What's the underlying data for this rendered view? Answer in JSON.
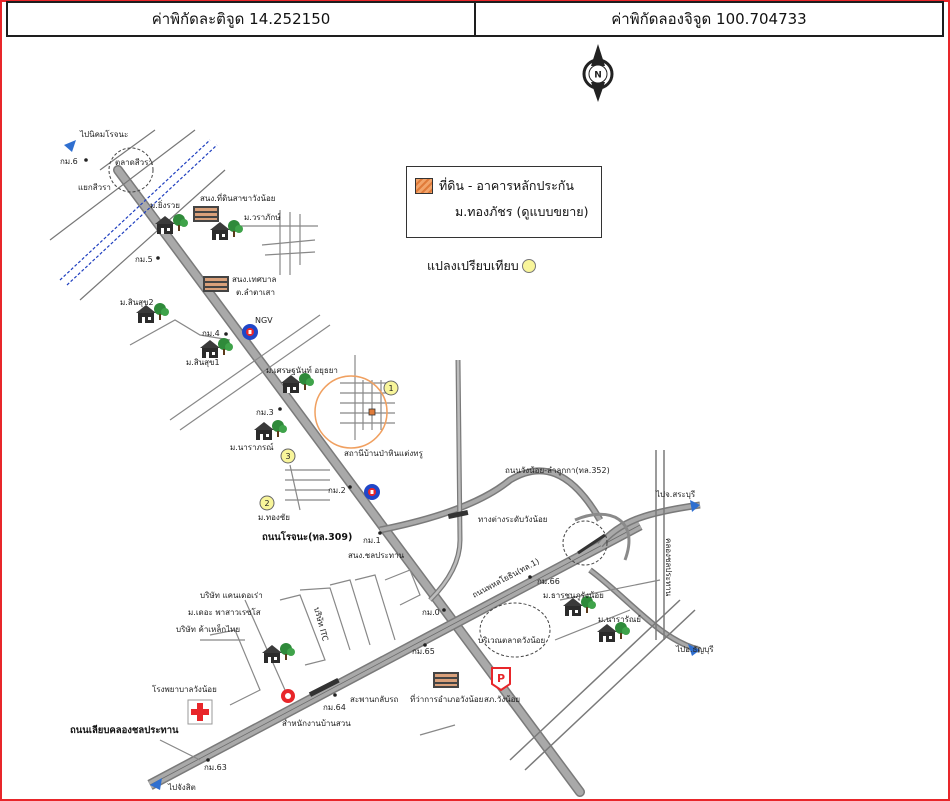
{
  "coordinates": {
    "latitude_label": "ค่าพิกัดละติจูด 14.252150",
    "longitude_label": "ค่าพิกัดลองจิจูด 100.704733"
  },
  "legend": {
    "line1": "ที่ดิน - อาคารหลักประกัน",
    "line2": "ม.ทองภัชร (ดูแบบขยาย)"
  },
  "comparison_label": "แปลงเปรียบเทียบ",
  "compass_letter": "N",
  "markers": [
    "1",
    "2",
    "3"
  ],
  "places": {
    "to_nikhom_rojana": "ไปนิคมโรจนะ",
    "km6": "กม.6",
    "talad_siwara": "ตลาดสีวรา",
    "yaek_siwara": "แยกสีวรา",
    "ban_yingruay": "ม.ยิ่งรวย",
    "post_office": "สนง.ที่ดินสาขาวังน้อย",
    "ban_warasak": "ม.วราภักษ์",
    "km5": "กม.5",
    "tessaban": "สนง.เทศบาล",
    "lam_ta_sao": "ต.ลำตาเสา",
    "ban_sinsuk2": "ม.สินสุข2",
    "ngv": "NGV",
    "km4": "กม.4",
    "ban_sinsuk1": "ม.สินสุข1",
    "ban_setthanan": "ม.เศรษฐนันท์ อยุธยา",
    "km3": "กม.3",
    "ban_naraporn": "ม.นาราภรณ์",
    "police": "สถานีบ้านป่าหินแต่งทรู",
    "km2": "กม.2",
    "ban_thongchai": "ม.ทองชัย",
    "rojana_road": "ถนนโรจนะ(ทล.309)",
    "km1": "กม.1",
    "wangnoi_lamlukka_road": "ถนนวังน้อย-ลำลูกกา(ทล.352)",
    "to_saraburi": "ไปจ.สระบุรี",
    "interchange": "ทางต่างระดับวังน้อย",
    "phahonyothin_road_label": "ถนนพหลโยธิน(ทล.1)",
    "canal_label": "คลองชลประทาน",
    "rid_office": "สนง.ชลประทาน",
    "company_candle": "บริษัท แคนเดอเร่า",
    "ban_setthakarn": "ม.เดอะ พาสาวเรซโส",
    "company_steel": "บริษัท ค้าเหล็กไทย",
    "company_itc": "บริษัท ITC",
    "km0": "กม.0",
    "km66": "กม.66",
    "ban_warachak": "ม.ธารชนภูรังน้อย",
    "ban_pranee": "ม.นารารัณย์",
    "market_area": "บริเวณตลาดวังน้อย",
    "to_thanyaburi": "ไปอ.ธัญบุรี",
    "km65": "กม.65",
    "hospital": "โรงพยาบาลวังน้อย",
    "parallel_road": "ถนนเลียบคลองชลประทาน",
    "km64": "กม.64",
    "pedestrian_bridge": "สะพานกลับรถ",
    "school": "ที่ว่าการอำเภอวังน้อย",
    "gas_station": "สำหนักงานบ้านสวน",
    "police_wangnoi": "สภ.วังน้อย",
    "km63": "กม.63",
    "to_bangpain": "ไปจังสิต"
  },
  "colors": {
    "frame": "#e8262a",
    "road": "#a9a9a9",
    "road_edge": "#7a7a7a",
    "survey_circle": "#f0a060",
    "railway_dash": "#1f3fbf",
    "marker_fill": "#f8f59a",
    "tree_green": "#2f8a3a"
  }
}
